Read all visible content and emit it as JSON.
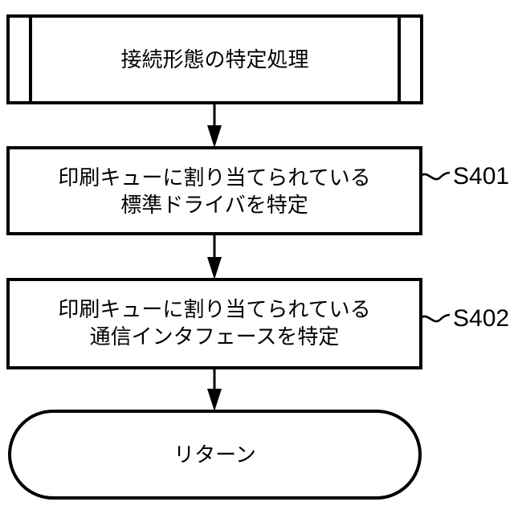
{
  "figure": {
    "kind": "flowchart",
    "background_color": "#ffffff",
    "stroke_color": "#000000",
    "nodes": [
      {
        "id": "subroutine",
        "shape": "predefined-process",
        "text": "接続形態の特定処理",
        "step_label": ""
      },
      {
        "id": "step1",
        "shape": "process",
        "text_line1": "印刷キューに割り当てられている",
        "text_line2": "標準ドライバを特定",
        "step_label": "S401",
        "label_connector": "tilde"
      },
      {
        "id": "step2",
        "shape": "process",
        "text_line1": "印刷キューに割り当てられている",
        "text_line2": "通信インタフェースを特定",
        "step_label": "S402",
        "label_connector": "tilde"
      },
      {
        "id": "return",
        "shape": "terminator",
        "text": "リターン",
        "step_label": ""
      }
    ],
    "connectors": [
      {
        "id": "arrow-1",
        "from": "subroutine",
        "to": "step1",
        "direction": "down",
        "arrowhead": "solid-triangle"
      },
      {
        "id": "arrow-2",
        "from": "step1",
        "to": "step2",
        "direction": "down",
        "arrowhead": "solid-triangle"
      },
      {
        "id": "arrow-3",
        "from": "step2",
        "to": "return",
        "direction": "down",
        "arrowhead": "solid-triangle"
      }
    ]
  }
}
